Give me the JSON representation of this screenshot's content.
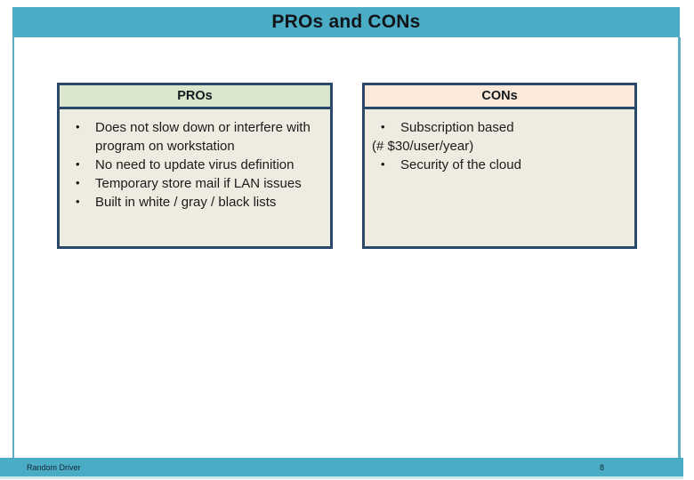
{
  "title_bar": {
    "text": "PROs and CONs"
  },
  "bullet_char": "•",
  "pros_box": {
    "header": "PROs",
    "items": [
      "Does not slow down or interfere with program on workstation",
      "No need to update virus definition",
      "Temporary store mail if LAN issues",
      "Built in white / gray / black lists"
    ]
  },
  "cons_box": {
    "header": "CONs",
    "items": [
      "Subscription based",
      "(# $30/user/year)",
      "Security of the cloud"
    ]
  },
  "footer": {
    "left_text": "Random Driver",
    "page_number": "8"
  },
  "colors": {
    "title_bar_teal": "#4BACC6",
    "frame_line_teal": "#5FAEC4",
    "box_border_navy": "#29486A",
    "pros_header_green": "#DAE7CE",
    "cons_header_peach": "#FCE9D9",
    "box_body_beige": "#EEEBE0",
    "text_ink": "#1B1B1B"
  }
}
